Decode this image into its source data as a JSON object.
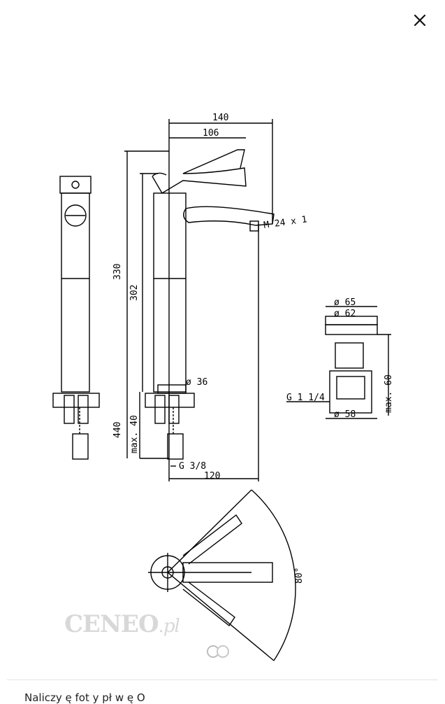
{
  "close": {
    "symbol": "×"
  },
  "watermark": {
    "brand": "CENEO",
    "tld": ".pl"
  },
  "gallery": {
    "total_pages": 2,
    "active_page": 1
  },
  "caption": {
    "text": "Naliczy ę fot y pł w   ę   O"
  },
  "drawing": {
    "dim_width_top": "140",
    "dim_spout": "106",
    "dim_height_total": "330",
    "dim_height_body": "302",
    "dim_thread": "M 24 x 1",
    "dim_base": "ø 36",
    "dim_hose": "440",
    "dim_max_40": "max. 40",
    "dim_hose_thread": "G 3/8",
    "dim_reach": "120",
    "waste_d65": "ø 65",
    "waste_d62": "ø 62",
    "waste_thread": "G 1 1/4",
    "waste_d58": "ø 58",
    "waste_max60": "max. 60",
    "angle": "80°"
  }
}
